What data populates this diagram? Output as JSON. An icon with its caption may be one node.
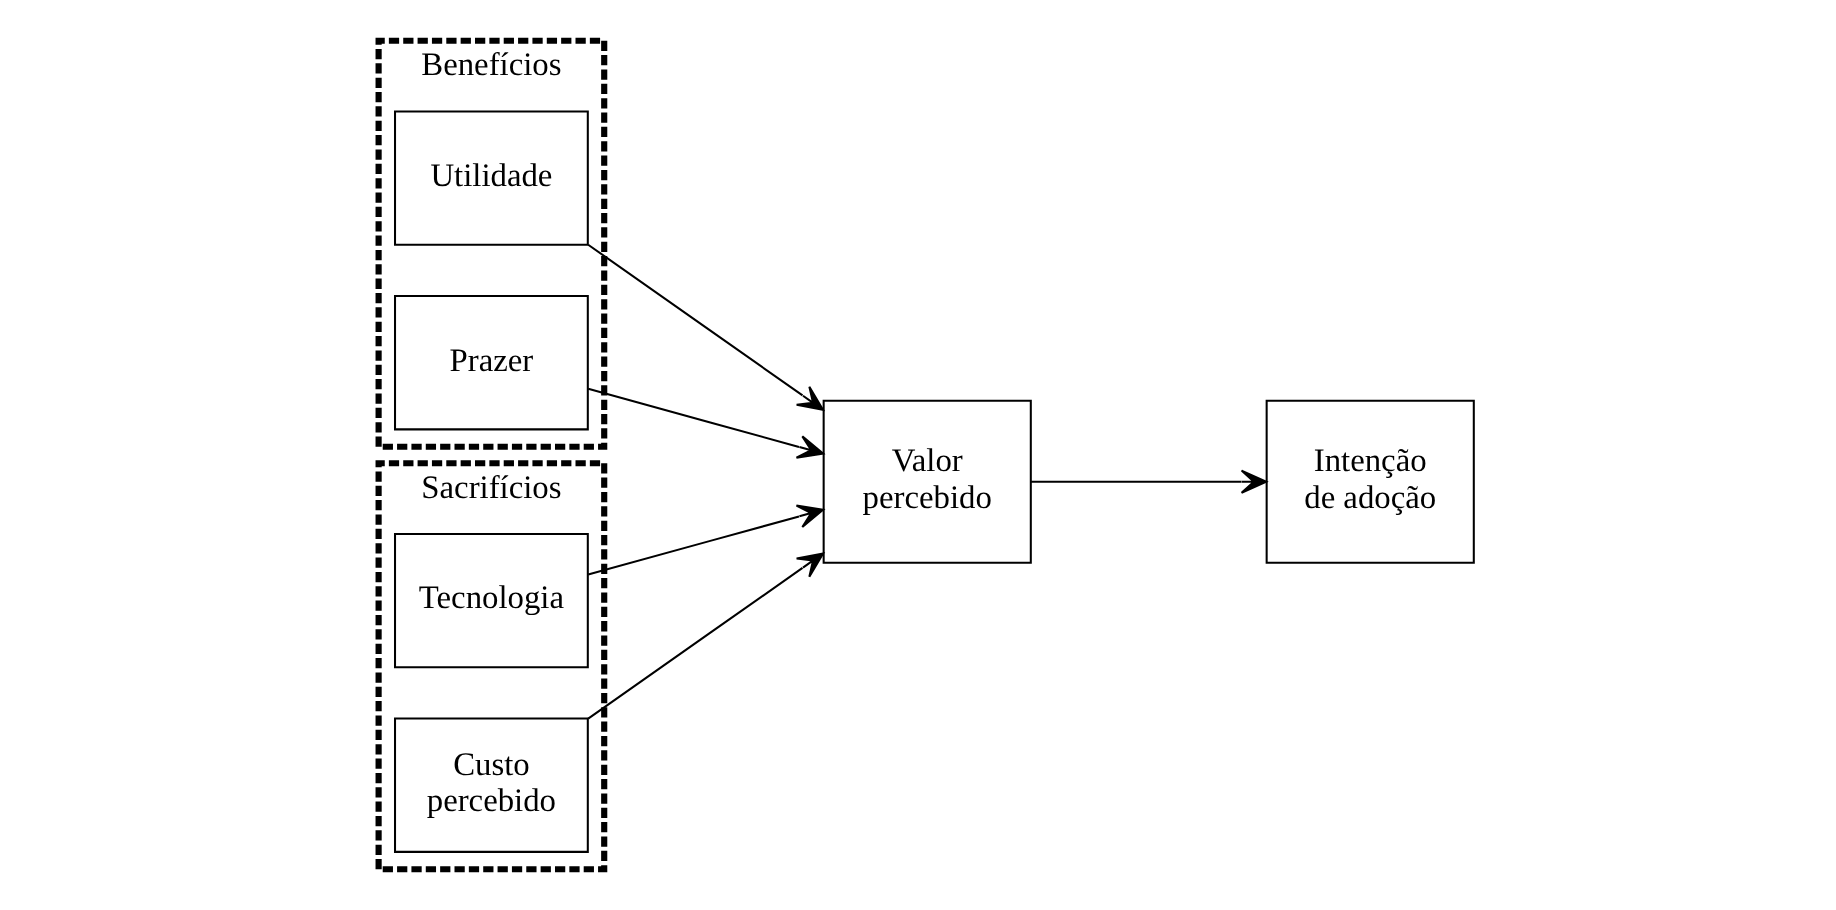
{
  "diagram": {
    "nodes": [
      {
        "text": [
          "Benefícios"
        ]
      },
      {
        "text": [
          "Utilidade"
        ],
        "in": 0
      },
      {
        "text": [
          "Prazer"
        ],
        "in": 0
      },
      {
        "text": [
          "Sacrifícios"
        ]
      },
      {
        "text": [
          "Tecnologia"
        ],
        "in": 3
      },
      {
        "text": [
          "Custo percebido"
        ],
        "in": 3
      },
      {
        "text": [
          "Valor percebido"
        ]
      },
      {
        "text": [
          "Intenção de adoção"
        ]
      }
    ],
    "edges": [
      {
        "from": 1,
        "to": 6,
        "arrow": "to"
      },
      {
        "from": 2,
        "to": 6,
        "arrow": "to"
      },
      {
        "from": 4,
        "to": 6,
        "arrow": "to"
      },
      {
        "from": 5,
        "to": 6,
        "arrow": "to"
      },
      {
        "from": 6,
        "to": 7,
        "arrow": "to"
      }
    ]
  }
}
